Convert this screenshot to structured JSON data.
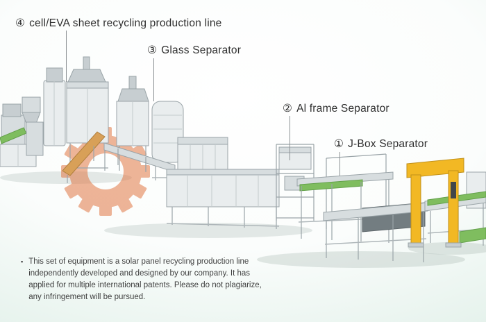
{
  "colors": {
    "background_tint": "#d9ece3",
    "label_text": "#2f2f2f",
    "leader_line": "#8b9093",
    "gear_orange": "#e0713c",
    "belt_green": "#7fbd5f",
    "gantry_yellow": "#f2b824",
    "machine_light": "#e9edee",
    "note_text": "#3f3f3f"
  },
  "labels": [
    {
      "number": "④",
      "text": "cell/EVA sheet recycling production line"
    },
    {
      "number": "③",
      "text": "Glass Separator"
    },
    {
      "number": "②",
      "text": "Al frame Separator"
    },
    {
      "number": "①",
      "text": "J-Box Separator"
    }
  ],
  "note": {
    "bullet": "▪",
    "lines": [
      "This set of equipment is a solar panel recycling production line",
      "independently developed and designed by our company. It has",
      "applied for multiple international patents. Please do not plagiarize,",
      "any infringement will be pursued."
    ]
  }
}
